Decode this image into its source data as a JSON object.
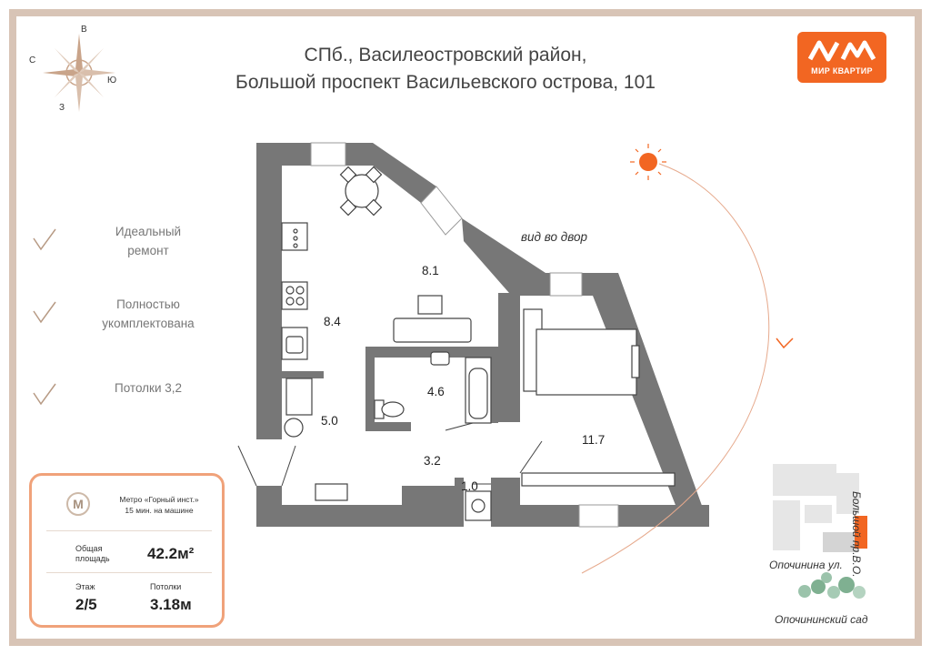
{
  "title": {
    "line1": "СПб., Василеостровский район,",
    "line2": "Большой проспект Васильевского острова, 101"
  },
  "logo": {
    "text": "МИР КВАРТИР",
    "color": "#f26622"
  },
  "compass": {
    "north": "В",
    "west": "С",
    "east": "Ю",
    "south": "З"
  },
  "features": [
    {
      "line1": "Идеальный",
      "line2": "ремонт"
    },
    {
      "line1": "Полностью",
      "line2": "укомплектована"
    },
    {
      "line1": "Потолки 3,2",
      "line2": ""
    }
  ],
  "info": {
    "metro_line1": "Метро «Горный инст.»",
    "metro_line2": "15 мин. на машине",
    "area_label_1": "Общая",
    "area_label_2": "площадь",
    "area_value": "42.2м²",
    "floor_label": "Этаж",
    "floor_value": "2/5",
    "ceiling_label": "Потолки",
    "ceiling_value": "3.18м",
    "metro_icon": "М"
  },
  "rooms": {
    "kitchen": "8.4",
    "living": "8.1",
    "bath": "4.6",
    "hall": "5.0",
    "corridor": "3.2",
    "closet": "1.0",
    "bedroom": "11.7"
  },
  "view_label": "вид во двор",
  "map": {
    "street_vertical": "Большой пр.В.О.",
    "street_horizontal": "Опочинина ул.",
    "garden": "Опочининский сад"
  },
  "colors": {
    "wall": "#777777",
    "accent": "#f26622",
    "frame": "#d8c4b6",
    "info_border": "#f0a27a"
  }
}
